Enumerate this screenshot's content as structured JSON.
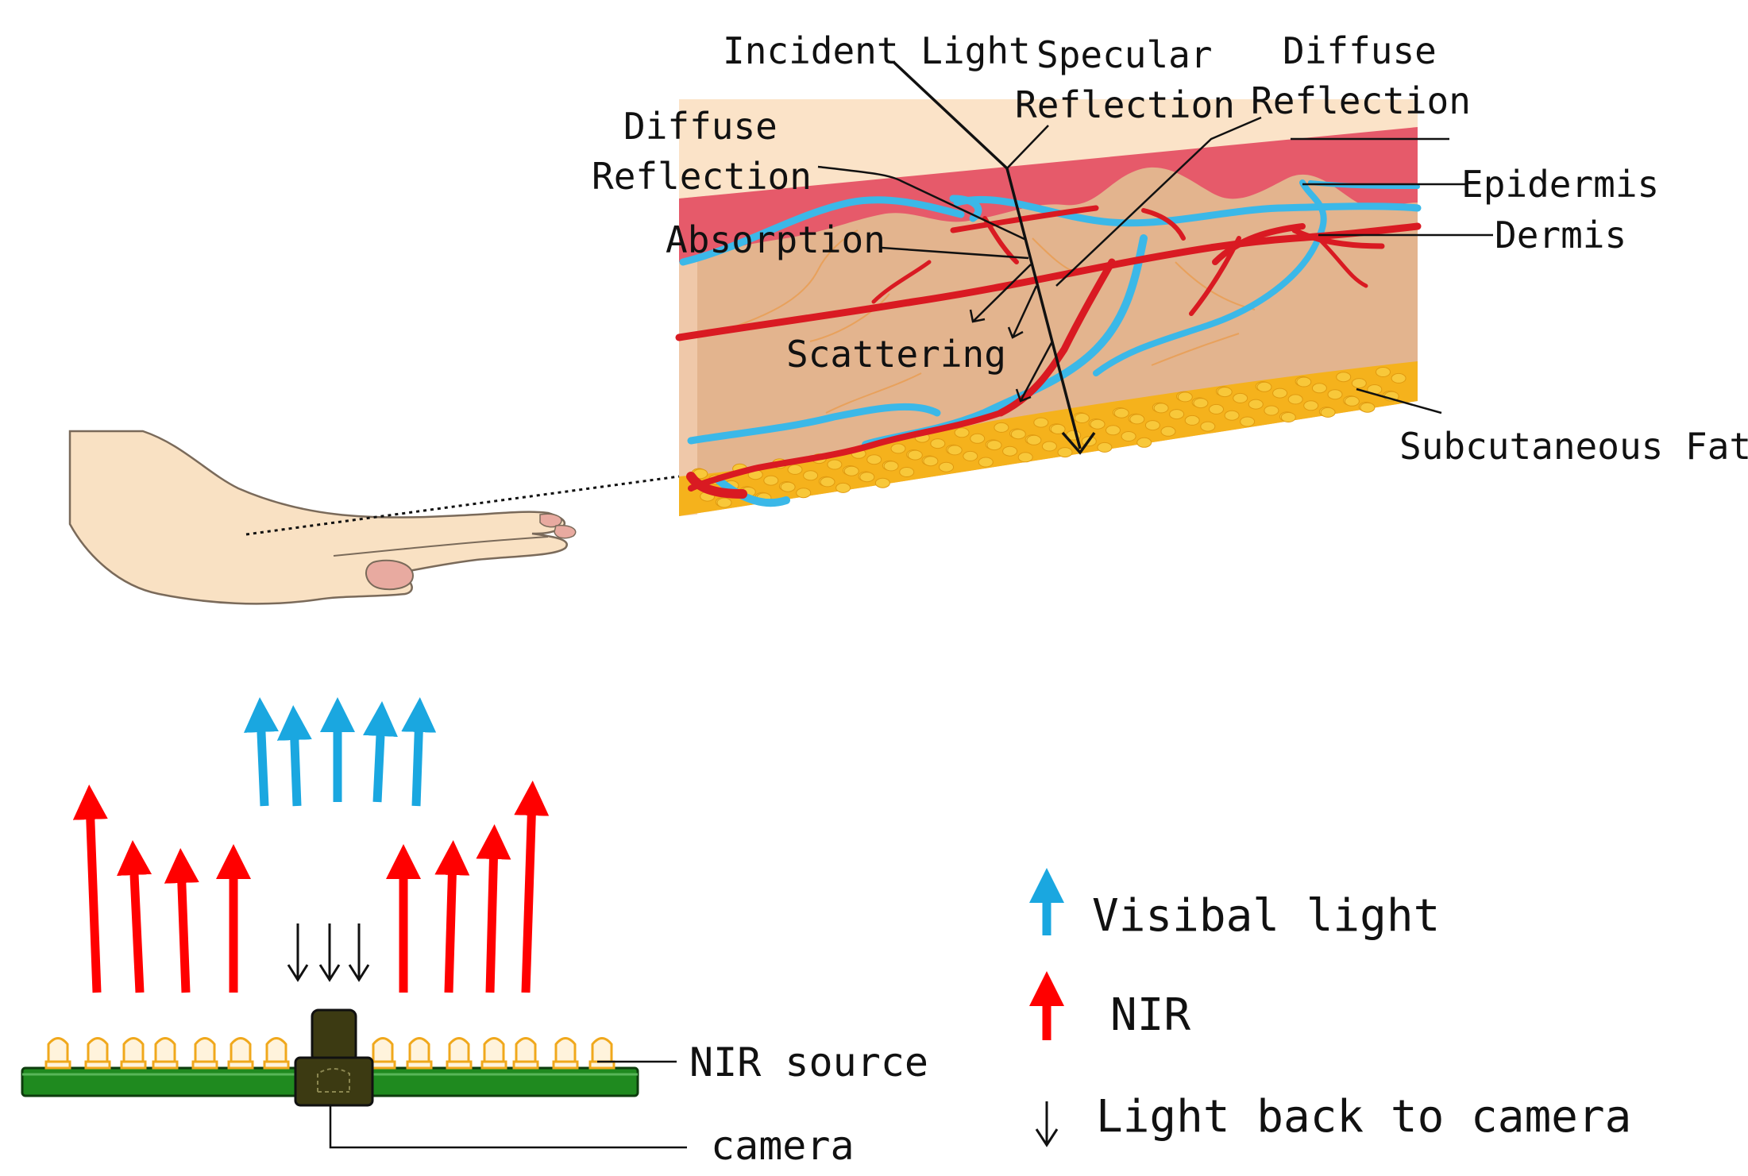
{
  "labels": {
    "incident_light": "Incident Light",
    "specular_1": "Specular",
    "specular_2": "Reflection",
    "diffuse_right_1": "Diffuse",
    "diffuse_right_2": "Reflection",
    "diffuse_left_1": "Diffuse",
    "diffuse_left_2": "Reflection",
    "absorption": "Absorption",
    "scattering": "Scattering",
    "epidermis": "Epidermis",
    "dermis": "Dermis",
    "subcutaneous_fat": "Subcutaneous Fat",
    "nir_source": "NIR source",
    "camera": "camera"
  },
  "legend": {
    "visible": "Visibal light",
    "nir": "NIR",
    "back": "Light back to camera"
  },
  "colors": {
    "visible_light": "#1aa7e0",
    "nir": "#ff0000",
    "epidermis": "#e65a6a",
    "dermis": "#e3b48e",
    "skin_top": "#fbe3c8",
    "fat": "#f5b21c",
    "vessel_red": "#d91a22",
    "vessel_blue": "#3bb8e8",
    "board": "#1f8a1f",
    "led": "#f0a81c",
    "camera_body": "#3c3a12",
    "hand": "#f9e1c3"
  }
}
